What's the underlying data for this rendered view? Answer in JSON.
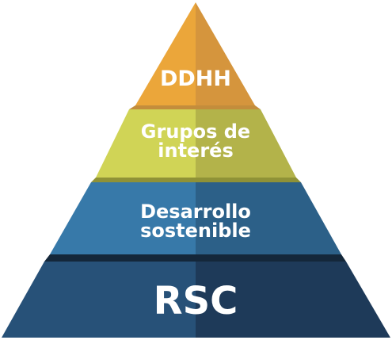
{
  "pyramid": {
    "tiers": [
      {
        "lines": [
          "DDHH"
        ],
        "color_light": "#eba63a",
        "color_dark": "#d5953d"
      },
      {
        "lines": [
          "Grupos de",
          "interés"
        ],
        "color_light": "#d0d456",
        "color_dark": "#b3b34a"
      },
      {
        "lines": [
          "Desarrollo",
          "sostenible"
        ],
        "color_light": "#3779a9",
        "color_dark": "#2c6088"
      },
      {
        "lines": [
          "RSC"
        ],
        "color_light": "#275178",
        "color_dark": "#1e3a59"
      }
    ]
  }
}
